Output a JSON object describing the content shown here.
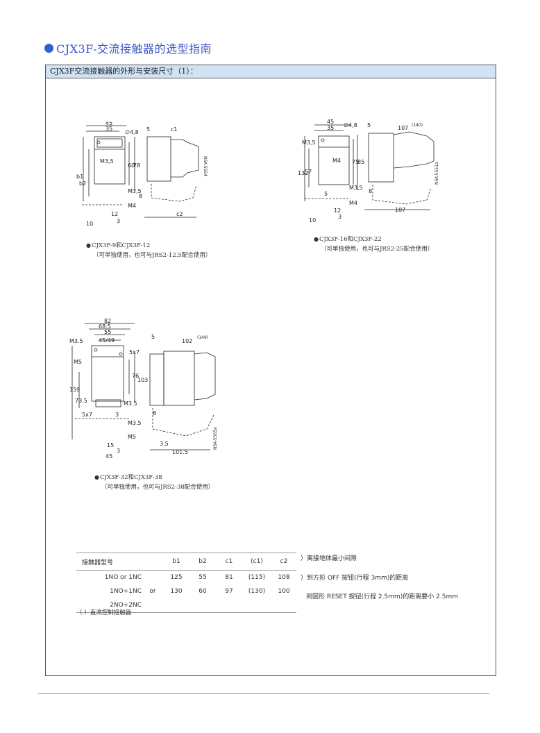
{
  "page": {
    "title": "CJX3F-交流接触器的选型指南"
  },
  "section": {
    "header": "CJX3F交流接触器的外形与安装尺寸（1）："
  },
  "drawings": [
    {
      "caption_line1": "CJX3F-9和CJX3F-12",
      "caption_line2": "（可单独使用，也可与JRS2-12.5配合使用）",
      "labels": {
        "d45": "45",
        "d35": "35",
        "d48": "∅4,8",
        "d5": "5",
        "c1": "c1",
        "m35a": "M3,5",
        "d60": "60",
        "d78": "78",
        "b1": "b1",
        "b2": "b2",
        "m35b": "M3,5",
        "m4": "M4",
        "d8": "8",
        "d12": "12",
        "d3": "3",
        "d10": "10",
        "c2": "c2",
        "nsk": "NSK-5554"
      }
    },
    {
      "caption_line1": "CJX3F-16和CJX3F-22",
      "caption_line2": "（可单独使用，也可与JRS2-25配合使用）",
      "labels": {
        "d45": "45",
        "d35": "35",
        "d48": "∅4,8",
        "d5": "5",
        "d107": "107",
        "d140": "(140)",
        "m35a": "M3,5",
        "m4": "M4",
        "d75": "75",
        "d85": "85",
        "d132": "132",
        "d57": "57",
        "m35b": "M3,5",
        "d5b": "5",
        "m4b": "M4",
        "d8": "8",
        "d12": "12",
        "d3": "3",
        "d10": "10",
        "d107b": "107",
        "nsk": "NSK-5551a"
      }
    },
    {
      "caption_line1": "CJX3F-32和CJX3F-38",
      "caption_line2": "（可单独使用，也可与JRS2-38配合使用）",
      "labels": {
        "d82": "82",
        "d685": "68.5",
        "d55": "55",
        "d4549": "45/49",
        "m35": "M3.5",
        "m5": "M5",
        "d5x7": "5x7",
        "d76": "76",
        "d103": "103",
        "d159": "159",
        "d735": "73.5",
        "m35b": "M3.5",
        "d5x7b": "5x7",
        "d3": "3",
        "m35c": "M3.5",
        "m5b": "M5",
        "d15": "15",
        "d3b": "3",
        "d45": "45",
        "d5": "5",
        "d102": "102",
        "d149": "(149)",
        "d8": "8",
        "d35": "3.5",
        "d1015": "101.5",
        "nsk": "NSK-5565a"
      }
    }
  ],
  "table": {
    "headers": [
      "接触器型号",
      "b1",
      "b2",
      "c1",
      "(c1)",
      "c2"
    ],
    "rows": [
      [
        "1NO or 1NC",
        "",
        "125",
        "55",
        "81",
        "(115)",
        "108"
      ],
      [
        "1NO+1NC",
        "or",
        "130",
        "60",
        "97",
        "(130)",
        "100"
      ],
      [
        "2NO+2NC",
        "",
        "",
        "",
        "",
        "",
        ""
      ]
    ],
    "footnote": "（ ）直流控制接触器"
  },
  "notes": [
    "）离接地体最小间隙",
    "）到方形 OFF 按钮(行程 3mm)的距离",
    "到圆形 RESET 按钮(行程 2.5mm)的距离要小 2.5mm"
  ]
}
